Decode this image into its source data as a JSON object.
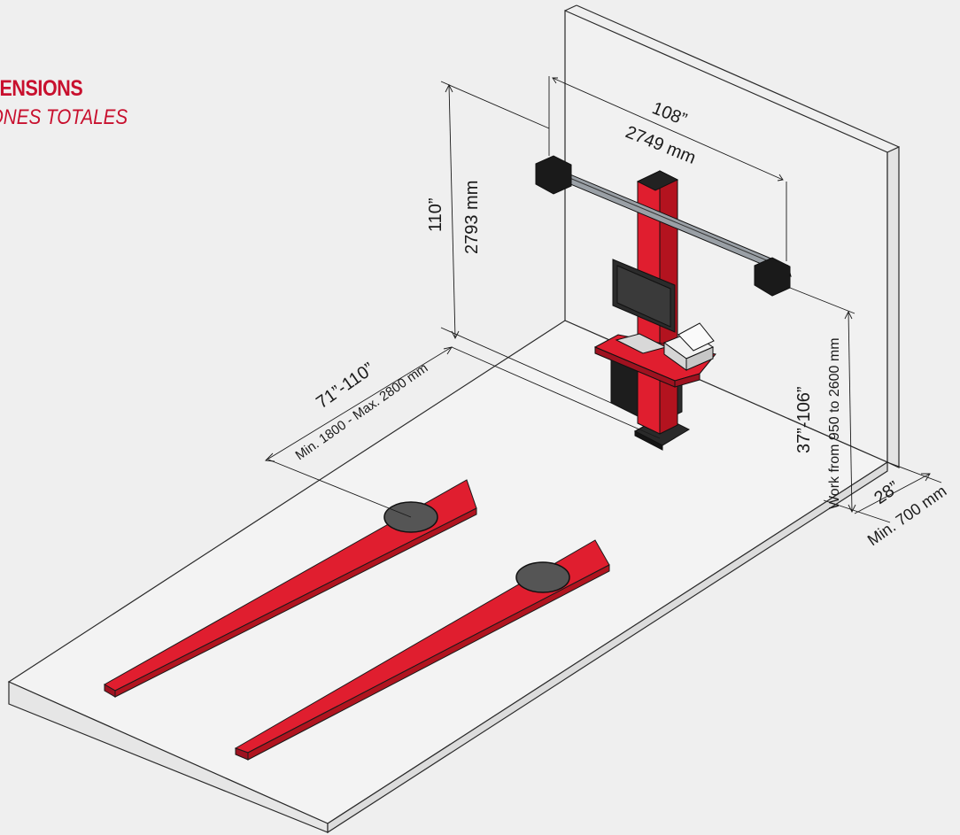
{
  "header": {
    "title": "MENSIONS",
    "subtitle": "IONES TOTALES"
  },
  "dimensions": {
    "height_in": "110”",
    "height_mm": "2793 mm",
    "width_in": "108”",
    "width_mm": "2749 mm",
    "distance_in": "71”-110”",
    "distance_mm": "Min. 1800 - Max. 2800 mm",
    "work_in": "37”-106”",
    "work_mm": "Work from 950 to 2600 mm",
    "depth_in": "28”",
    "depth_mm": "Min. 700 mm"
  },
  "colors": {
    "brand_red": "#c8102e",
    "machine_red": "#e01e2f",
    "dark": "#1c1c1c",
    "background": "#efefef"
  }
}
